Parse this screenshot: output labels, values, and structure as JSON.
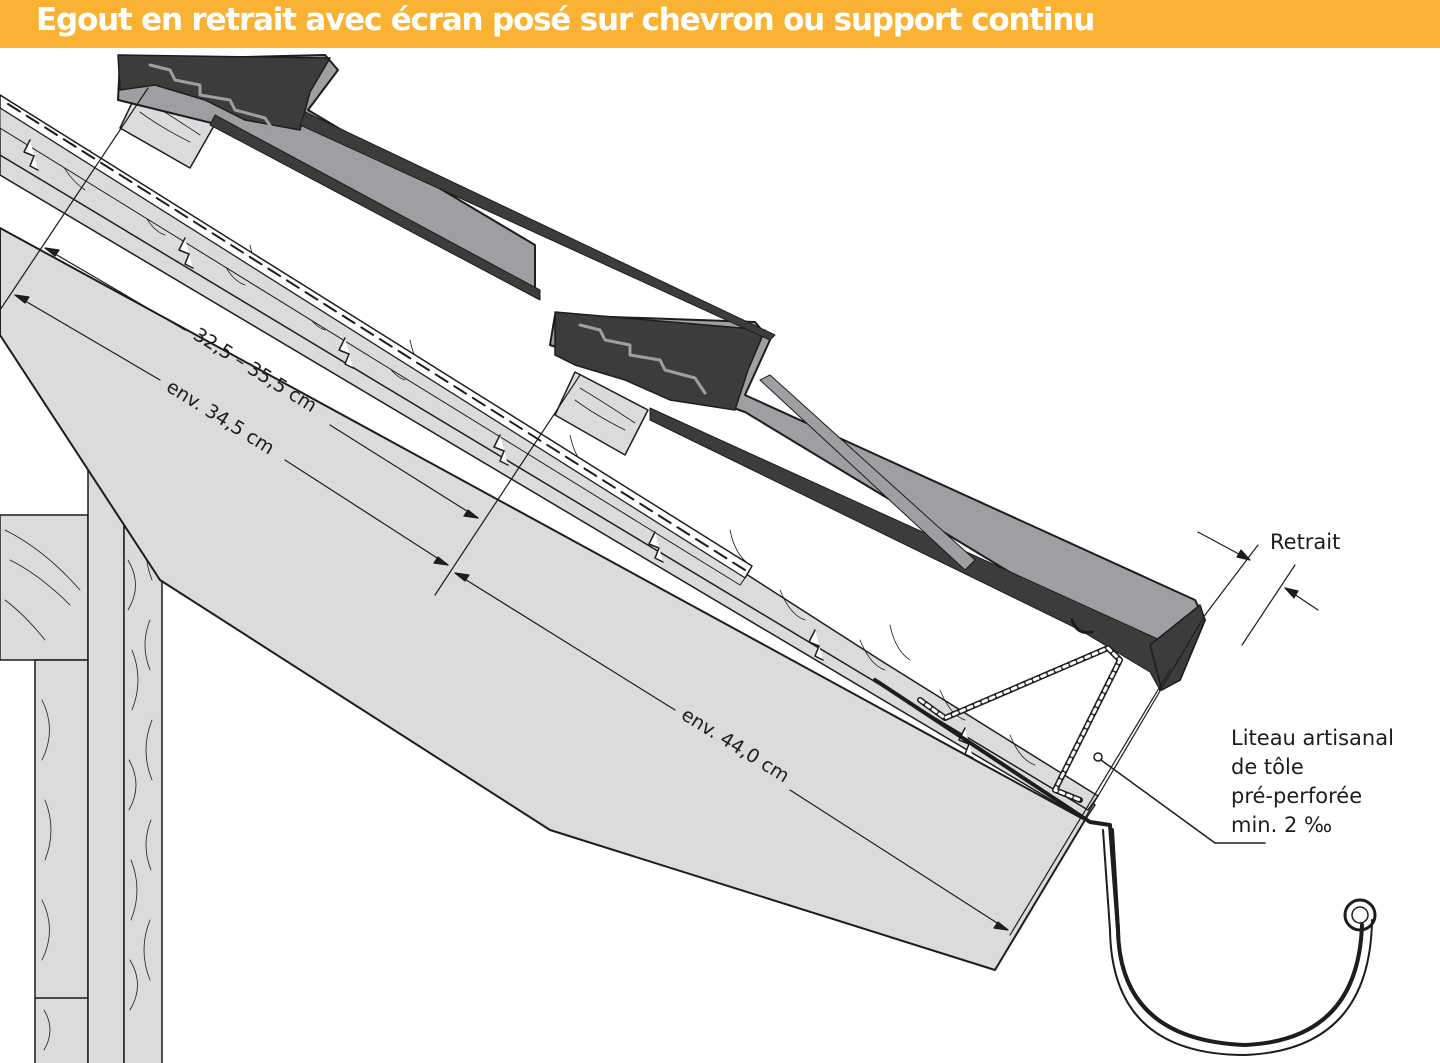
{
  "header": {
    "title": "Egout en retrait avec écran posé sur chevron ou support continu"
  },
  "labels": {
    "retrait": "Retrait",
    "liteau_line1": "Liteau artisanal",
    "liteau_line2": "de tôle",
    "liteau_line3": "pré-perforée",
    "liteau_line4": "min. 2 ‰"
  },
  "dimensions": {
    "dim1": "32,5 – 35,5 cm",
    "dim2": "env. 34,5 cm",
    "dim3": "env. 44,0 cm"
  },
  "colors": {
    "header_bg": "#f9b233",
    "tile_fill": "#9d9fa2",
    "tile_dark": "#3c3c3b",
    "wood_fill": "#dadbdc",
    "line": "#1d1d1b"
  }
}
